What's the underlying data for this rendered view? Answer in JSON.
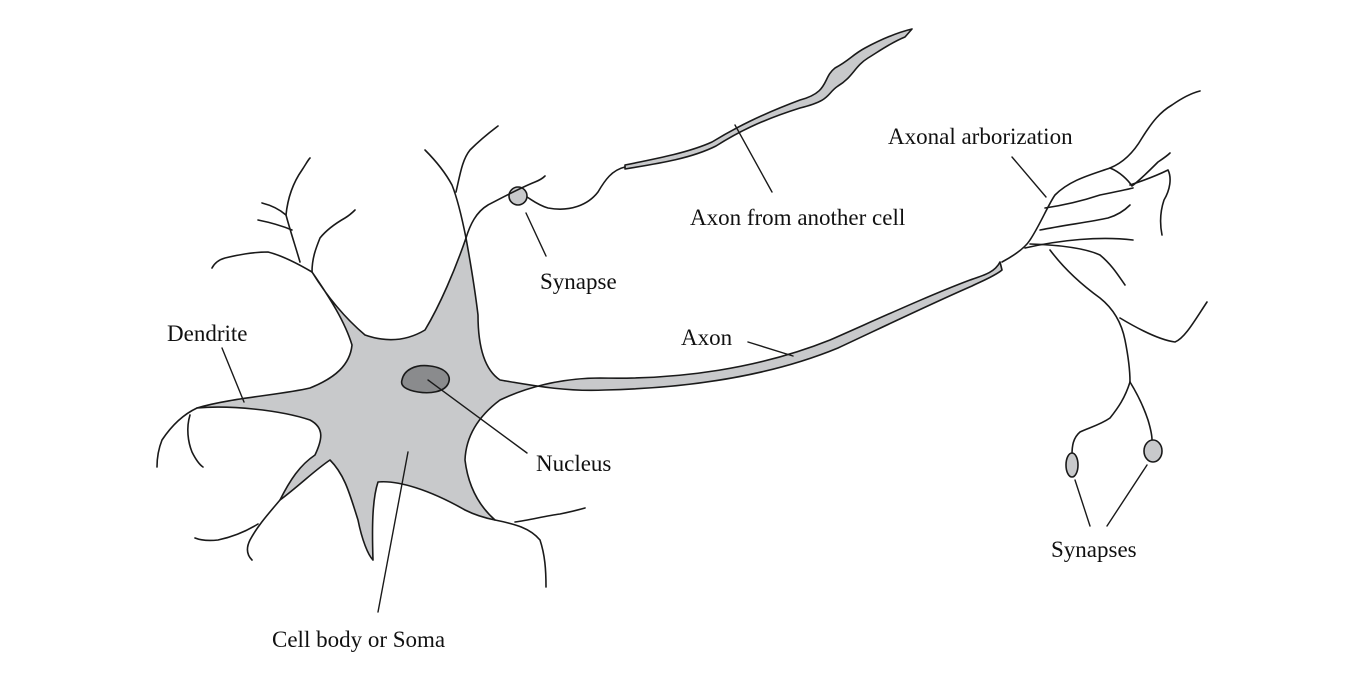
{
  "labels": {
    "dendrite": "Dendrite",
    "synapse": "Synapse",
    "axon_from_another_cell": "Axon from another cell",
    "axonal_arborization": "Axonal arborization",
    "axon": "Axon",
    "nucleus": "Nucleus",
    "synapses": "Synapses",
    "cell_body": "Cell body or Soma"
  },
  "colors": {
    "soma_fill": "#c8c9cb",
    "nucleus_fill": "#8a8b8d",
    "outline": "#1a1a1a",
    "background": "#ffffff"
  }
}
